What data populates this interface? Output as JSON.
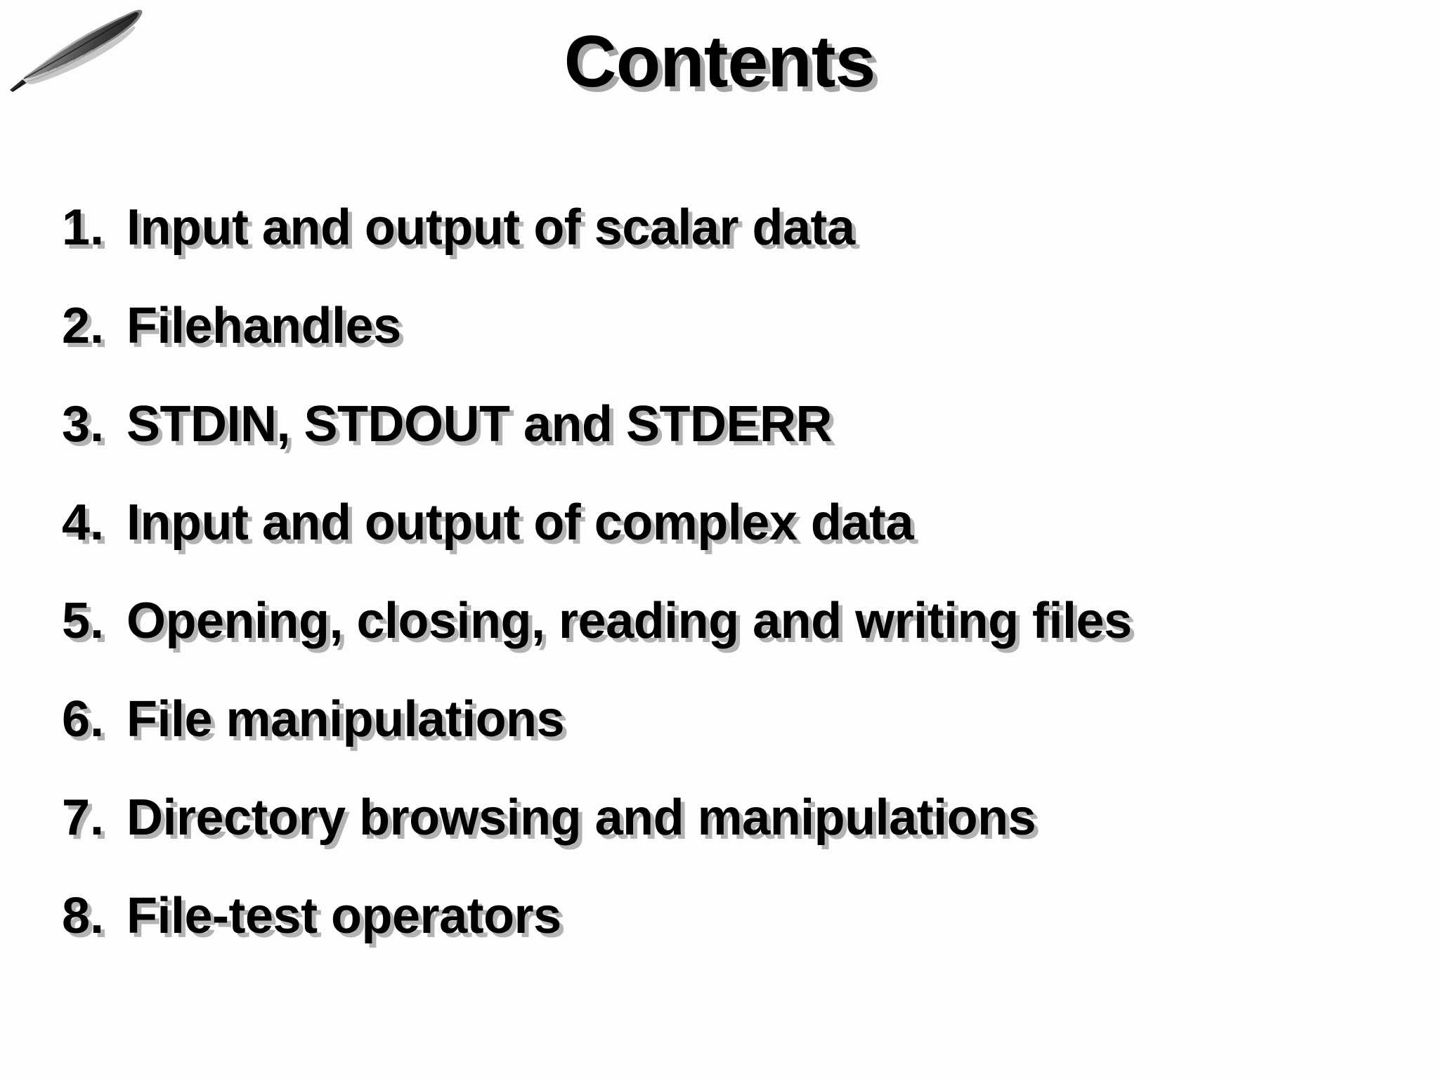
{
  "slide": {
    "title": "Contents",
    "logo_icon": "feather-quill-icon",
    "background_color": "#fdfdfd",
    "text_color": "#000000",
    "shadow_color": "#9e9e9e",
    "items": [
      {
        "number": "1.",
        "label": "Input and output of scalar data"
      },
      {
        "number": "2.",
        "label": "Filehandles"
      },
      {
        "number": "3.",
        "label": "STDIN, STDOUT and STDERR"
      },
      {
        "number": "4.",
        "label": "Input and output of complex data"
      },
      {
        "number": "5.",
        "label": "Opening, closing, reading and writing files"
      },
      {
        "number": "6.",
        "label": "File manipulations"
      },
      {
        "number": "7.",
        "label": "Directory browsing and manipulations"
      },
      {
        "number": "8.",
        "label": "File-test operators"
      }
    ]
  }
}
